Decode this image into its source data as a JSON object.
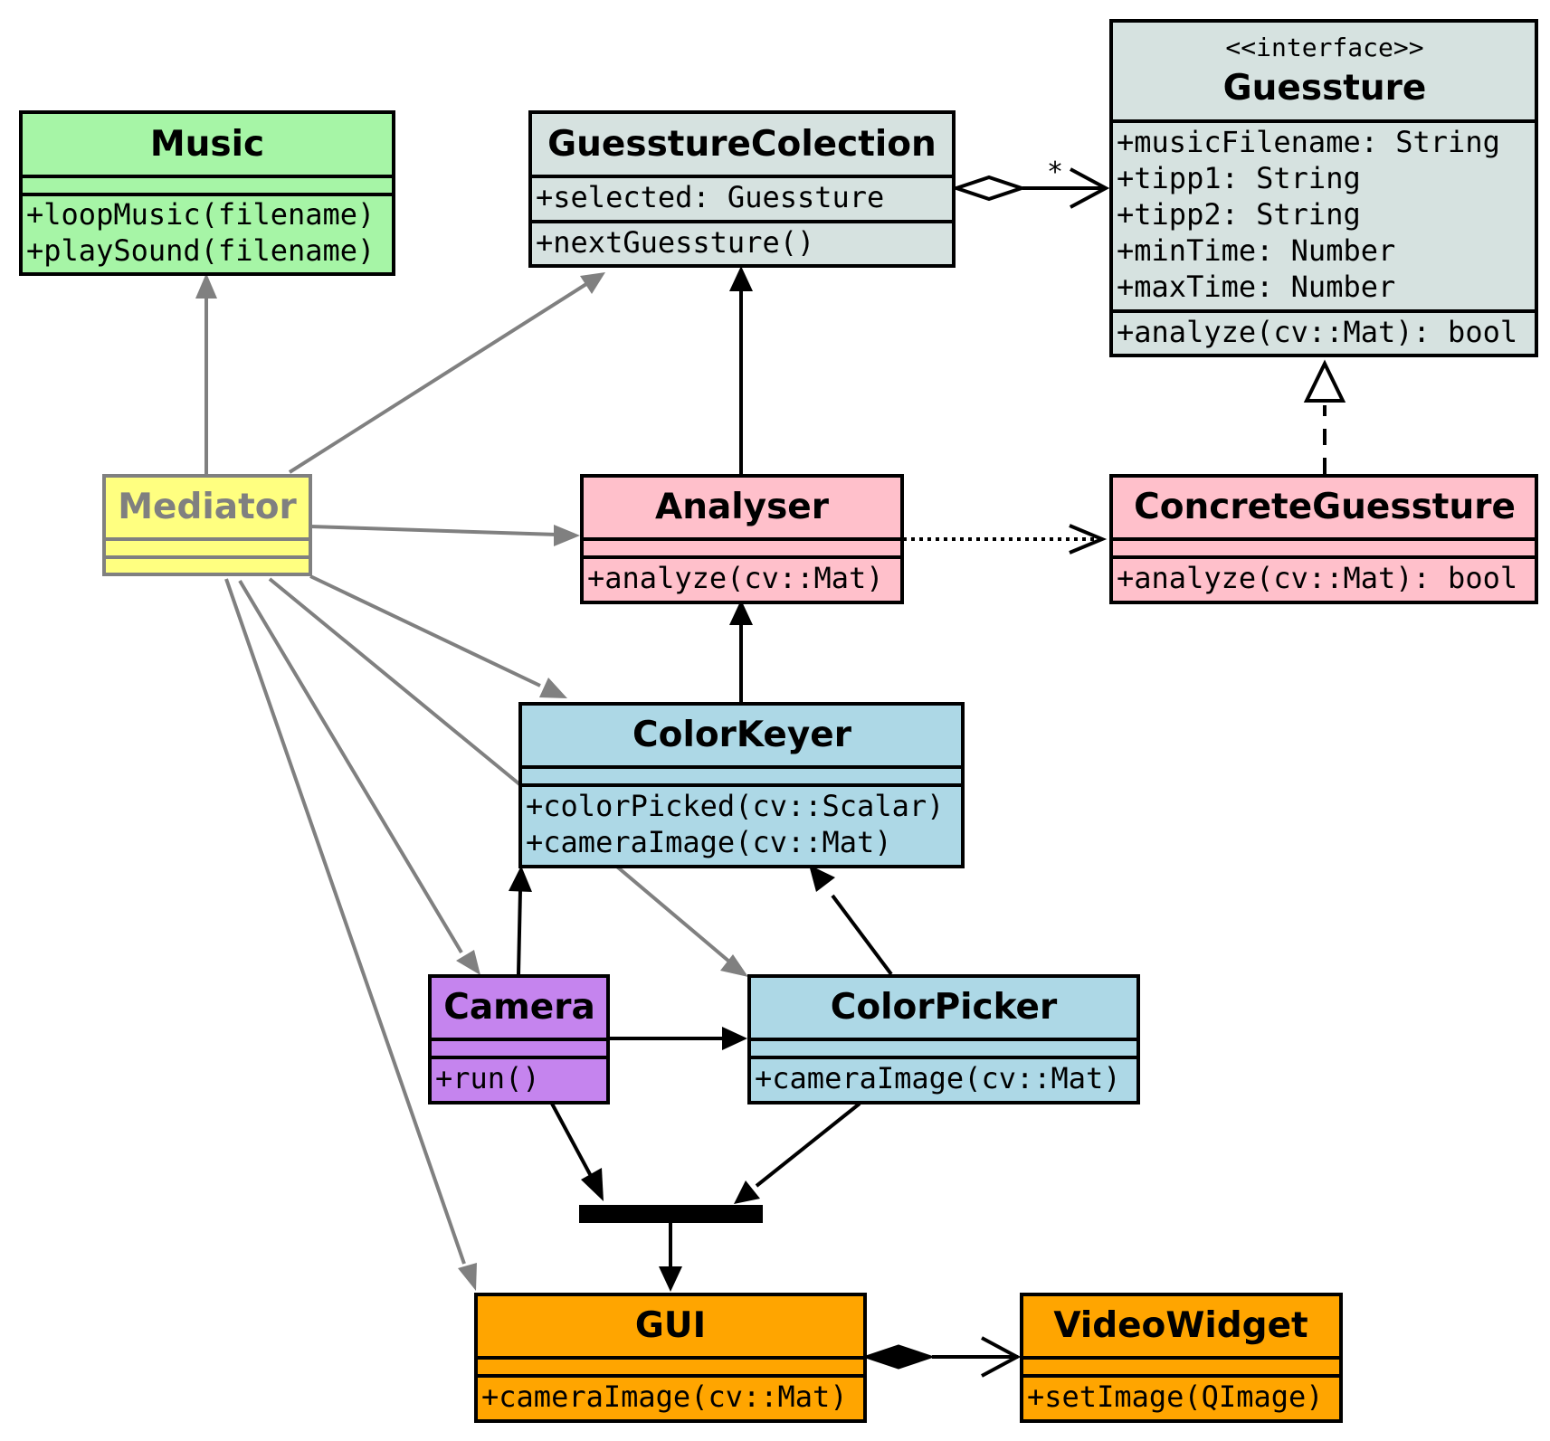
{
  "classes": {
    "music": {
      "name": "Music",
      "attributes": [],
      "methods": [
        "+loopMusic(filename)",
        "+playSound(filename)"
      ],
      "fill": "#a6f5a6"
    },
    "guesstureColection": {
      "name": "GuesstureColection",
      "attributes": [
        "+selected: Guessture"
      ],
      "methods": [
        "+nextGuessture()"
      ],
      "fill": "#d6e2e0"
    },
    "guessture": {
      "stereotype": "<<interface>>",
      "name": "Guessture",
      "attributes": [
        "+musicFilename: String",
        "+tipp1: String",
        "+tipp2: String",
        "+minTime: Number",
        "+maxTime: Number"
      ],
      "methods": [
        "+analyze(cv::Mat): bool"
      ],
      "fill": "#d6e2e0"
    },
    "mediator": {
      "name": "Mediator",
      "attributes": [],
      "methods": [],
      "fill": "#ffff80"
    },
    "analyser": {
      "name": "Analyser",
      "attributes": [],
      "methods": [
        "+analyze(cv::Mat)"
      ],
      "fill": "#ffc0cb"
    },
    "concreteGuessture": {
      "name": "ConcreteGuessture",
      "attributes": [],
      "methods": [
        "+analyze(cv::Mat): bool"
      ],
      "fill": "#ffc0cb"
    },
    "colorKeyer": {
      "name": "ColorKeyer",
      "attributes": [],
      "methods": [
        "+colorPicked(cv::Scalar)",
        "+cameraImage(cv::Mat)"
      ],
      "fill": "#add8e6"
    },
    "camera": {
      "name": "Camera",
      "attributes": [],
      "methods": [
        "+run()"
      ],
      "fill": "#c584ee"
    },
    "colorPicker": {
      "name": "ColorPicker",
      "attributes": [],
      "methods": [
        "+cameraImage(cv::Mat)"
      ],
      "fill": "#add8e6"
    },
    "gui": {
      "name": "GUI",
      "attributes": [],
      "methods": [
        "+cameraImage(cv::Mat)"
      ],
      "fill": "#ffa500"
    },
    "videoWidget": {
      "name": "VideoWidget",
      "attributes": [],
      "methods": [
        "+setImage(QImage)"
      ],
      "fill": "#ffa500"
    }
  },
  "relations": [
    {
      "from": "mediator",
      "to": "music",
      "kind": "association",
      "color": "gray"
    },
    {
      "from": "mediator",
      "to": "guesstureColection",
      "kind": "association",
      "color": "gray"
    },
    {
      "from": "mediator",
      "to": "analyser",
      "kind": "association",
      "color": "gray"
    },
    {
      "from": "mediator",
      "to": "colorKeyer",
      "kind": "association",
      "color": "gray"
    },
    {
      "from": "mediator",
      "to": "colorPicker",
      "kind": "association",
      "color": "gray"
    },
    {
      "from": "mediator",
      "to": "camera",
      "kind": "association",
      "color": "gray"
    },
    {
      "from": "mediator",
      "to": "gui",
      "kind": "association",
      "color": "gray"
    },
    {
      "from": "analyser",
      "to": "guesstureColection",
      "kind": "association",
      "color": "black"
    },
    {
      "from": "colorKeyer",
      "to": "analyser",
      "kind": "association",
      "color": "black"
    },
    {
      "from": "camera",
      "to": "colorKeyer",
      "kind": "association",
      "color": "black"
    },
    {
      "from": "colorPicker",
      "to": "colorKeyer",
      "kind": "association",
      "color": "black"
    },
    {
      "from": "camera",
      "to": "colorPicker",
      "kind": "association",
      "color": "black"
    },
    {
      "from": "camera",
      "to": "gui",
      "kind": "association-via-join",
      "color": "black"
    },
    {
      "from": "colorPicker",
      "to": "gui",
      "kind": "association-via-join",
      "color": "black"
    },
    {
      "from": "guesstureColection",
      "to": "guessture",
      "kind": "aggregation",
      "multiplicity": "*",
      "color": "black"
    },
    {
      "from": "analyser",
      "to": "concreteGuessture",
      "kind": "dependency",
      "color": "black"
    },
    {
      "from": "concreteGuessture",
      "to": "guessture",
      "kind": "realization",
      "color": "black"
    },
    {
      "from": "gui",
      "to": "videoWidget",
      "kind": "composition",
      "color": "black"
    }
  ],
  "colors": {
    "line_black": "#000000",
    "line_gray": "#808080",
    "mediator_name": "#808080"
  }
}
